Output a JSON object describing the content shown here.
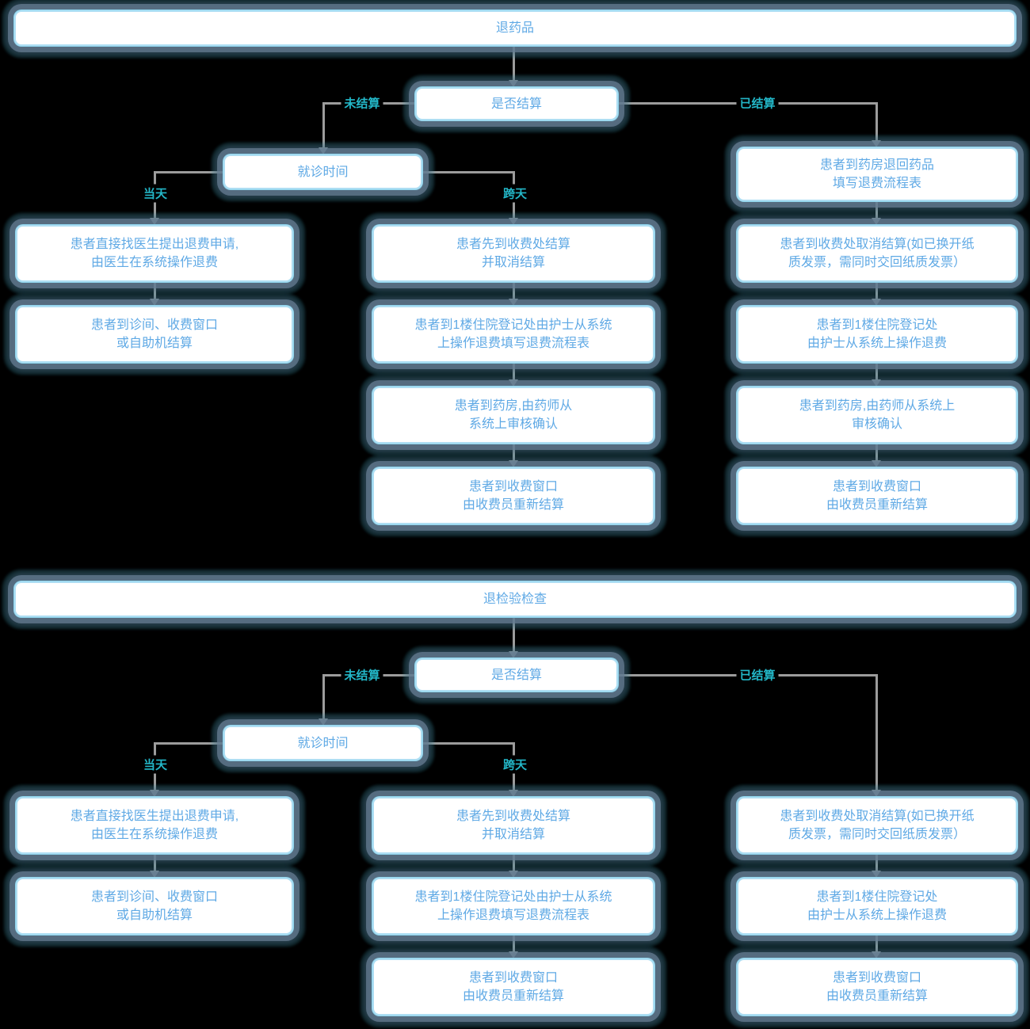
{
  "colors": {
    "background": "#000000",
    "box_text": "#5fa9e5",
    "box_border": "#aedef3",
    "edge_label": "#23b7c8",
    "connector": "#9c9c9c"
  },
  "chart1": {
    "title": "退药品",
    "decision": "是否结算",
    "visit_time": "就诊时间",
    "labels": {
      "unsettled": "未结算",
      "settled": "已结算",
      "same_day": "当天",
      "cross_day": "跨天"
    },
    "left": [
      "患者直接找医生提出退费申请,\n由医生在系统操作退费",
      "患者到诊间、收费窗口\n或自助机结算"
    ],
    "middle": [
      "患者先到收费处结算\n并取消结算",
      "患者到1楼住院登记处由护士从系统\n上操作退费填写退费流程表",
      "患者到药房,由药师从\n系统上审核确认",
      "患者到收费窗口\n由收费员重新结算"
    ],
    "right": [
      "患者到药房退回药品\n填写退费流程表",
      "患者到收费处取消结算(如已换开纸\n质发票，需同时交回纸质发票）",
      "患者到1楼住院登记处\n由护士从系统上操作退费",
      "患者到药房,由药师从系统上\n审核确认",
      "患者到收费窗口\n由收费员重新结算"
    ]
  },
  "chart2": {
    "title": "退检验检查",
    "decision": "是否结算",
    "visit_time": "就诊时间",
    "labels": {
      "unsettled": "未结算",
      "settled": "已结算",
      "same_day": "当天",
      "cross_day": "跨天"
    },
    "left": [
      "患者直接找医生提出退费申请,\n由医生在系统操作退费",
      "患者到诊间、收费窗口\n或自助机结算"
    ],
    "middle": [
      "患者先到收费处结算\n并取消结算",
      "患者到1楼住院登记处由护士从系统\n上操作退费填写退费流程表",
      "患者到收费窗口\n由收费员重新结算"
    ],
    "right": [
      "患者到收费处取消结算(如已换开纸\n质发票，需同时交回纸质发票）",
      "患者到1楼住院登记处\n由护士从系统上操作退费",
      "患者到收费窗口\n由收费员重新结算"
    ]
  }
}
